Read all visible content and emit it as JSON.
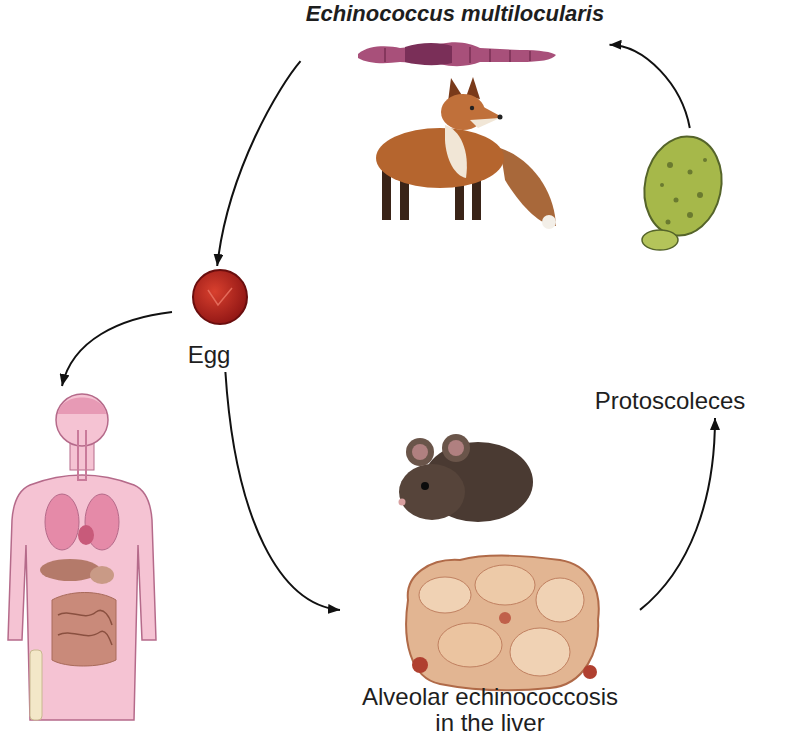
{
  "diagram": {
    "nodes": [
      {
        "text": [
          "Echinococcus multilocularis"
        ]
      },
      {
        "text": [
          "Egg"
        ]
      },
      {
        "text": [
          "Alveolar echinococcosis in the liver"
        ]
      },
      {
        "text": [
          "Protoscoleces"
        ]
      }
    ],
    "edges": [
      {
        "from": 0,
        "to": 1,
        "arrow": "to"
      },
      {
        "from": 1,
        "to": 2,
        "arrow": "to"
      },
      {
        "from": 2,
        "to": 3,
        "arrow": "to"
      },
      {
        "from": 3,
        "to": 0,
        "arrow": "to"
      }
    ]
  }
}
